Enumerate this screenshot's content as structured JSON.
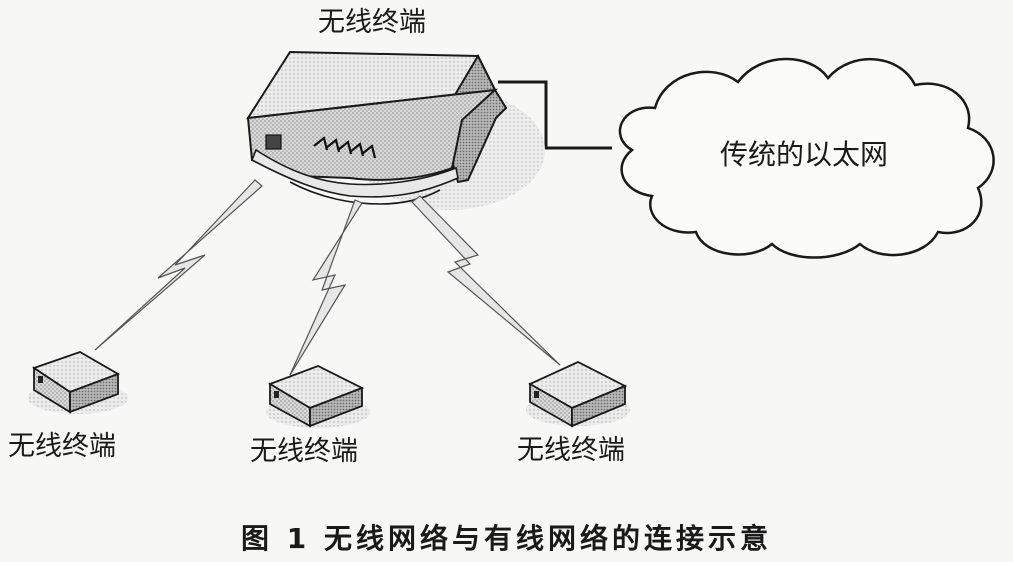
{
  "labels": {
    "access_point": "无线终端",
    "terminal_left": "无线终端",
    "terminal_middle": "无线终端",
    "terminal_right": "无线终端",
    "cloud": "传统的以太网"
  },
  "caption": "图 1   无线网络与有线网络的连接示意"
}
